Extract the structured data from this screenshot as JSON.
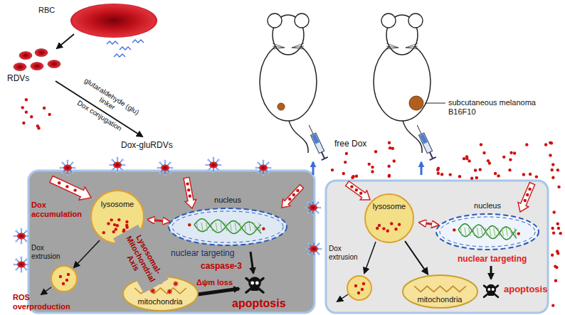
{
  "diagram": {
    "nodes": [
      {
        "text": [
          "RBC"
        ]
      },
      {
        "text": [
          "lysosome"
        ]
      },
      {
        "text": [
          "nucleus"
        ]
      },
      {
        "text": [
          "mitochondria"
        ]
      },
      {
        "text": [
          "lysosome"
        ]
      },
      {
        "text": [
          "nucleus"
        ]
      },
      {
        "text": [
          "mitochondria"
        ]
      }
    ],
    "edges": [
      {
        "from": 1,
        "to": 2,
        "arrow": "both"
      },
      {
        "from": 1,
        "to": 3,
        "label": "Lysosomal-Mitochondrial Axis",
        "arrow": "both"
      },
      {
        "from": 4,
        "to": 5,
        "arrow": "both"
      },
      {
        "from": 4,
        "to": 6,
        "arrow": "to"
      }
    ],
    "labels": [
      "RDVs",
      "glutaraldehyde (glu) linker",
      "Dox conjugation",
      "Dox-gluRDVs",
      "subcutaneous melanoma B16F10",
      "free Dox",
      "Dox accumulation",
      "Dox extrusion",
      "nuclear targeting",
      "ROS overproduction",
      "Δψm loss",
      "caspase-3",
      "apoptosis",
      "Dox extrusion",
      "nuclear targeting",
      "apoptosis"
    ]
  }
}
